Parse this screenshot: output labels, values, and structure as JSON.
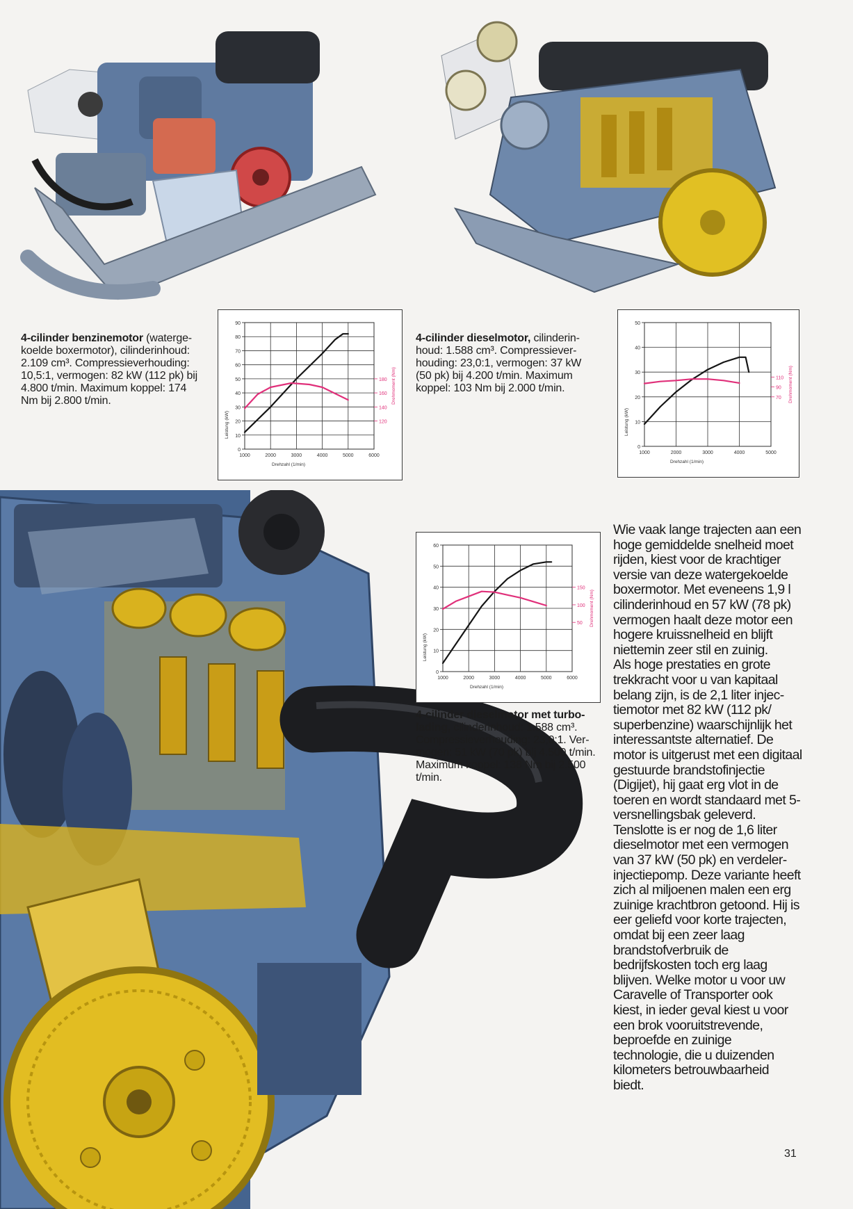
{
  "page": {
    "number": "31"
  },
  "captions": {
    "benzine": {
      "bold": "4-cilinder benzinemotor",
      "text": " (waterge­koelde boxermotor), cilinderinhoud: 2.109 cm³. Compressieverhouding: 10,5:1, vermogen: 82 kW (112 pk) bij 4.800 t/min. Maximum koppel: 174 Nm bij 2.800 t/min."
    },
    "diesel": {
      "bold": "4-cilinder dieselmotor,",
      "text": " cilinderin­houd: 1.588 cm³. Compressiever­houding: 23,0:1, vermogen: 37 kW (50 pk) bij 4.200 t/min. Maximum koppel: 103 Nm bij 2.000 t/min."
    },
    "turbo": {
      "bold": "4-cilinder dieselmotor met turbo­lading,",
      "text": " cilinderinhoud: 1.588 cm³. Compressieverhouding: 23,0:1. Ver­mogen: 51 kW (70 pk) bij 4.500 t/min. Maximum koppel: 138 Nm bij 2.500 t/min."
    }
  },
  "body_text": [
    "Wie vaak lange trajecten aan een hoge gemiddelde snelheid moet rijden, kiest voor de krach­tiger versie van deze waterge­koelde boxermotor. Met even­eens 1,9 l cilinderinhoud en 57 kW (78 pk) vermogen haalt deze motor een hogere kruis­snelheid en blijft niettemin zeer stil en zuinig.",
    "Als hoge prestaties en grote trekkracht voor u van kapitaal belang zijn, is de 2,1 liter injec­tiemotor met 82 kW (112 pk/ superbenzine) waarschijnlijk het interessantste alternatief. De motor is uitgerust met een digitaal gestuurde brandstofin­jectie (Digijet), hij gaat erg vlot in de toeren en wordt stand­aard met 5-versnellingsbak ge­leverd.",
    "Tenslotte is er nog de 1,6 liter dieselmotor met een vermo­gen van 37 kW (50 pk) en verdeler-injectiepomp. Deze va­riante heeft zich al miljoenen malen een erg zuinige kracht­bron getoond. Hij is eer geliefd voor korte trajecten, omdat bij een zeer laag brandstofver­bruik de bedrijfskosten toch erg laag blijven. Welke motor u voor uw Caravelle of Transpor­ter ook kiest, in ieder geval kiest u voor een brok vooruitstre­vende, beproefde en zuinige technologie, die u duizenden kilometers betrouwbaarheid biedt."
  ],
  "colors": {
    "power_curve": "#151515",
    "torque_curve": "#e0307a",
    "engine_blue": "#6f8cae",
    "engine_gold": "#d9b21e"
  },
  "chart_data": [
    {
      "type": "line",
      "xlabel": "Drehzahl (1/min)",
      "ylabel": "Leistung (kW)",
      "y2label": "Drehmoment (Nm)",
      "xlim": [
        1000,
        6000
      ],
      "x_ticks": [
        "1000",
        "2000",
        "3000",
        "4000",
        "5000",
        "6000"
      ],
      "ylim": [
        0,
        90
      ],
      "y_ticks": [
        "0",
        "10",
        "20",
        "30",
        "40",
        "50",
        "60",
        "70",
        "80",
        "90"
      ],
      "y2lim": [
        80,
        260
      ],
      "y2_ticks": [
        "120",
        "140",
        "160",
        "180"
      ],
      "grid": true,
      "series": [
        {
          "axis": "left",
          "x": [
            1000,
            2000,
            3000,
            4000,
            4500,
            4800,
            5000
          ],
          "values": [
            12,
            30,
            50,
            68,
            78,
            82,
            82
          ]
        },
        {
          "axis": "right",
          "x": [
            1000,
            1500,
            2000,
            2800,
            3500,
            4000,
            5000
          ],
          "values": [
            138,
            158,
            168,
            174,
            172,
            168,
            150
          ]
        }
      ]
    },
    {
      "type": "line",
      "xlabel": "Drehzahl (1/min)",
      "ylabel": "Leistung (kW)",
      "y2label": "Drehmoment (Nm)",
      "xlim": [
        1000,
        5000
      ],
      "x_ticks": [
        "1000",
        "2000",
        "3000",
        "4000",
        "5000"
      ],
      "ylim": [
        0,
        50
      ],
      "y_ticks": [
        "0",
        "10",
        "20",
        "30",
        "40",
        "50"
      ],
      "y2lim": [
        -30,
        220
      ],
      "y2_ticks": [
        "70",
        "90",
        "110"
      ],
      "grid": true,
      "series": [
        {
          "axis": "left",
          "x": [
            1000,
            1500,
            2000,
            2500,
            3000,
            3500,
            4000,
            4200,
            4300
          ],
          "values": [
            9,
            16,
            22,
            27,
            31,
            34,
            36,
            36,
            30
          ]
        },
        {
          "axis": "right",
          "x": [
            1000,
            1500,
            2000,
            2500,
            3000,
            3500,
            4000
          ],
          "values": [
            97,
            101,
            103,
            106,
            106,
            103,
            98
          ]
        }
      ]
    },
    {
      "type": "line",
      "xlabel": "Drehzahl (1/min)",
      "ylabel": "Leistung (kW)",
      "y2label": "Drehmoment (Nm)",
      "xlim": [
        1000,
        6000
      ],
      "x_ticks": [
        "1000",
        "2000",
        "3000",
        "4000",
        "5000",
        "6000"
      ],
      "ylim": [
        0,
        60
      ],
      "y_ticks": [
        "0",
        "10",
        "20",
        "30",
        "40",
        "50",
        "60"
      ],
      "y2lim": [
        -90,
        270
      ],
      "y2_ticks": [
        "50",
        "100",
        "150"
      ],
      "grid": true,
      "series": [
        {
          "axis": "left",
          "x": [
            1000,
            2000,
            2500,
            3000,
            3500,
            4000,
            4500,
            5000,
            5200
          ],
          "values": [
            4,
            22,
            31,
            38,
            44,
            48,
            51,
            52,
            52
          ]
        },
        {
          "axis": "right",
          "x": [
            1000,
            1500,
            2000,
            2500,
            3000,
            3500,
            4000,
            5000
          ],
          "values": [
            88,
            110,
            124,
            138,
            136,
            128,
            120,
            98
          ]
        }
      ]
    }
  ]
}
